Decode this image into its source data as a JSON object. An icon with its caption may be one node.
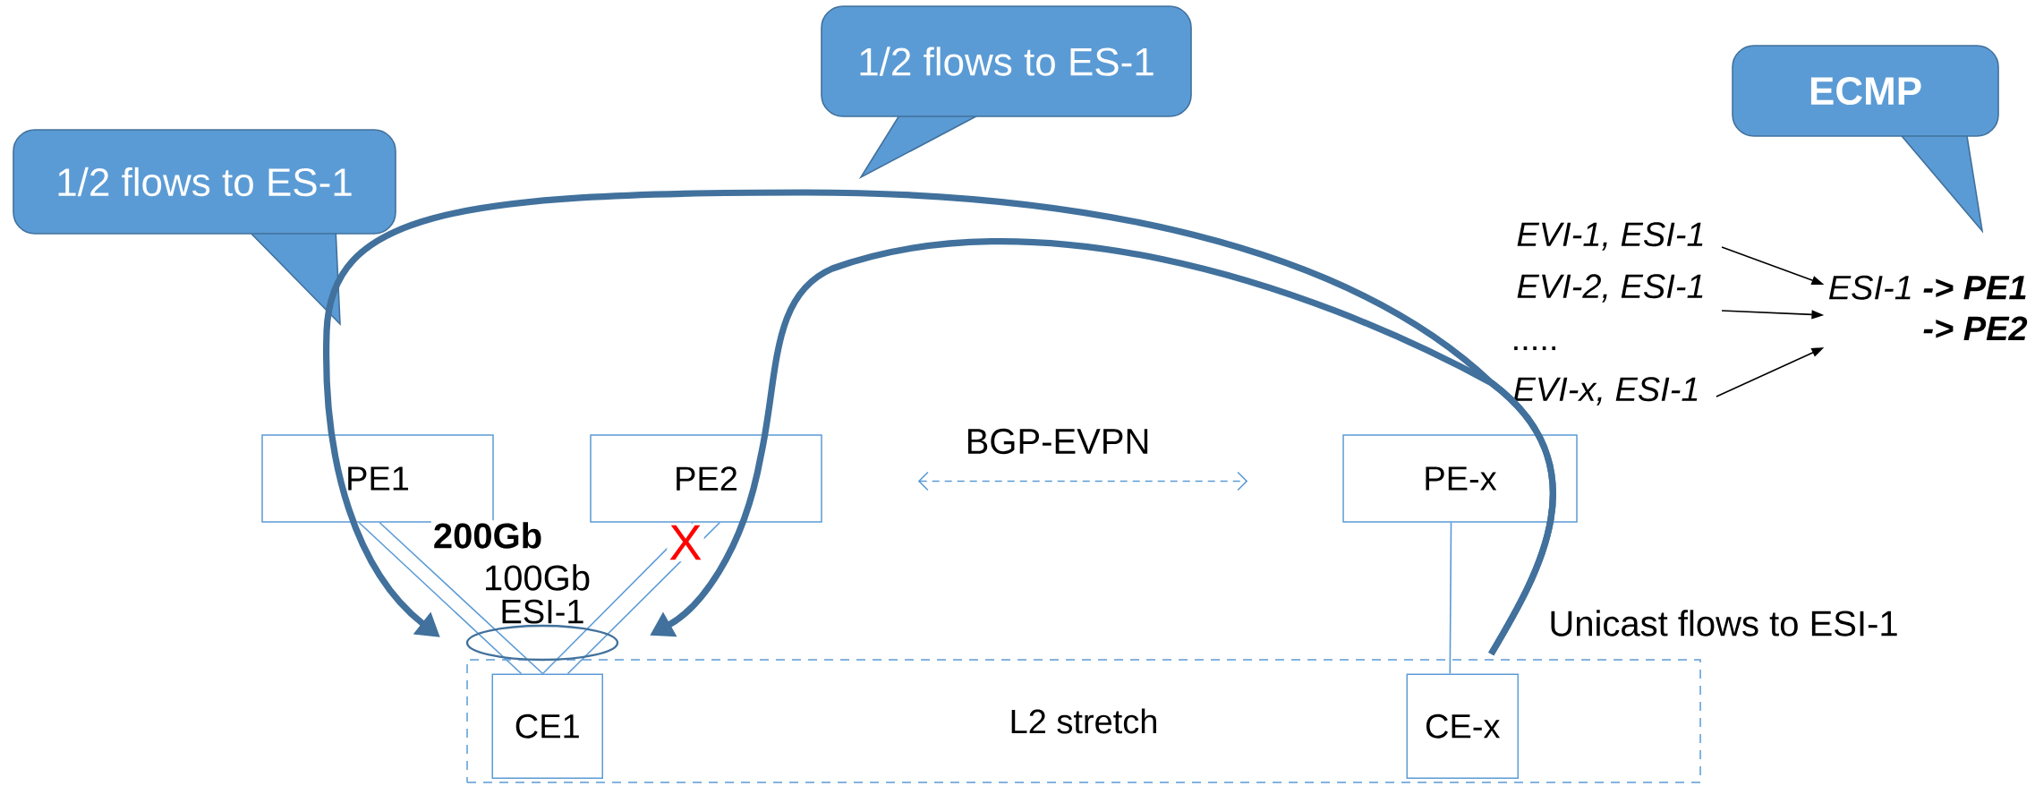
{
  "diagram": {
    "nodes": [
      {
        "text": [
          "1/2 flows to ES-1"
        ]
      },
      {
        "text": [
          "1/2 flows to ES-1"
        ]
      },
      {
        "text": [
          "ECMP"
        ]
      },
      {
        "text": [
          "PE1"
        ]
      },
      {
        "text": [
          "PE2"
        ]
      },
      {
        "text": [
          "PE-x"
        ]
      },
      {
        "text": [
          "L2 stretch"
        ]
      },
      {
        "text": [
          "CE1"
        ],
        "in": 6
      },
      {
        "text": [
          "CE-x"
        ],
        "in": 6
      },
      {
        "text": [
          "EVI-1, ESI-1"
        ]
      },
      {
        "text": [
          "EVI-2, ESI-1"
        ]
      },
      {
        "text": [
          "EVI-x, ESI-1"
        ]
      },
      {
        "text": [
          "ESI-1",
          "-> PE1",
          "-> PE2"
        ]
      }
    ],
    "edges": [
      {
        "from": 3,
        "to": 7,
        "arrow": "none"
      },
      {
        "from": 3,
        "to": 7,
        "arrow": "none",
        "label": "200Gb"
      },
      {
        "from": 4,
        "to": 7,
        "arrow": "none"
      },
      {
        "from": 4,
        "to": 7,
        "arrow": "none",
        "label": "100Gb"
      },
      {
        "from": 5,
        "to": 8,
        "arrow": "none"
      },
      {
        "from": 4,
        "to": 5,
        "arrow": "both",
        "style": "dashed",
        "label": "BGP-EVPN"
      },
      {
        "from": 8,
        "to": null,
        "arrow": "to",
        "style": "thick",
        "color": "#41719c"
      },
      {
        "from": 8,
        "to": null,
        "arrow": "to",
        "style": "thick",
        "color": "#41719c"
      },
      {
        "from": 9,
        "to": 12,
        "arrow": "to",
        "color": "#000000"
      },
      {
        "from": 10,
        "to": 12,
        "arrow": "to",
        "color": "#000000"
      },
      {
        "from": 11,
        "to": 12,
        "arrow": "to",
        "color": "#000000"
      }
    ],
    "labels": [
      "ESI-1",
      ".....",
      "X",
      "Unicast flows to ESI-1"
    ]
  }
}
